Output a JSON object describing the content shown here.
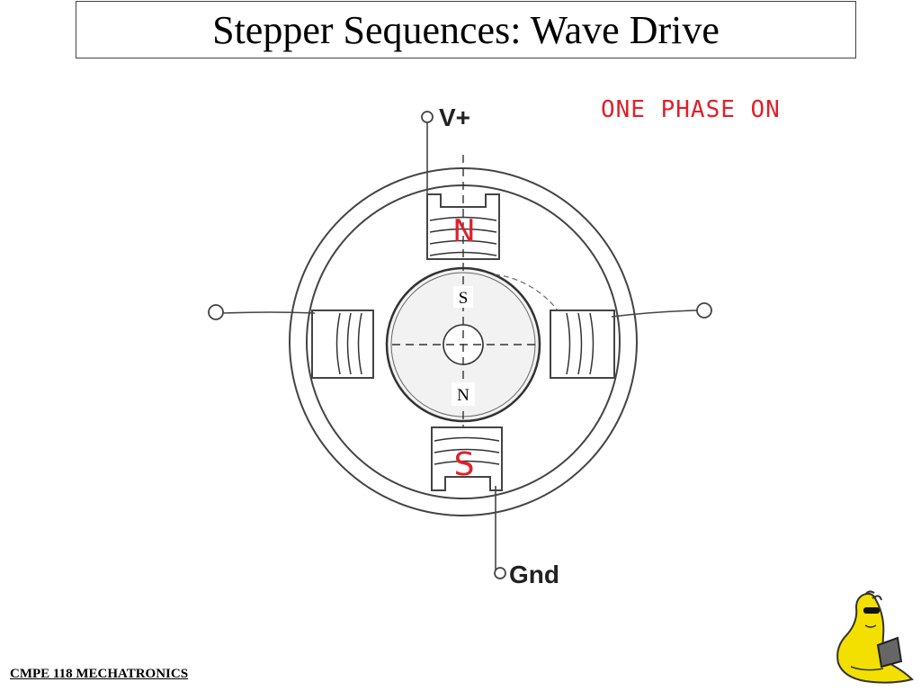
{
  "slide": {
    "title": "Stepper Sequences: Wave Drive",
    "footer": "CMPE 118 MECHATRONICS"
  },
  "diagram": {
    "terminal_top_label": "V+",
    "terminal_bottom_label": "Gnd",
    "rotor_top_pole": "S",
    "rotor_bottom_pole": "N",
    "stator_top_pole": "N",
    "stator_bottom_pole": "S",
    "annotation": "ONE PHASE ON",
    "colors": {
      "drawing": "#333333",
      "annotation": "#e0202a",
      "rotor_fill": "#f2f2f2",
      "mascot": "#f3e000"
    }
  },
  "mascot": {
    "icon": "banana-slug-logo"
  }
}
